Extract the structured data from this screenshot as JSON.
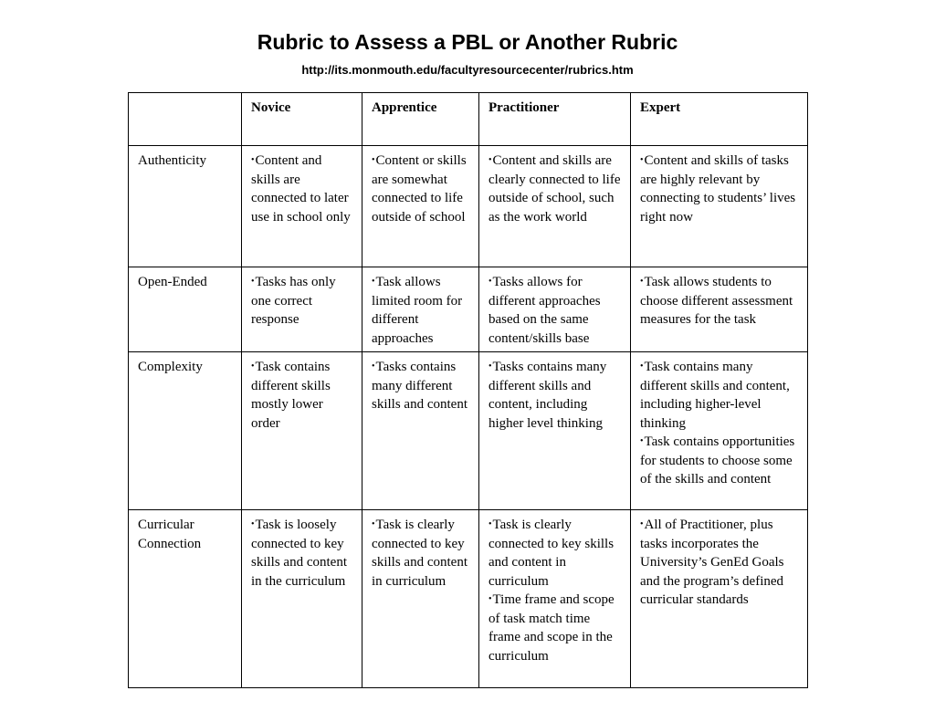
{
  "title": "Rubric to Assess a PBL or Another Rubric",
  "subtitle": "http://its.monmouth.edu/facultyresourcecenter/rubrics.htm",
  "table": {
    "columns": [
      "",
      "Novice",
      "Apprentice",
      "Practitioner",
      "Expert"
    ],
    "rows": [
      {
        "criterion": "Authenticity",
        "cells": [
          [
            "Content and skills are connected to later use in school only"
          ],
          [
            "Content or skills are somewhat connected to life outside of school"
          ],
          [
            "Content and skills are clearly connected to life  outside of school, such as the work world"
          ],
          [
            "Content and skills of tasks are highly relevant by connecting to students’ lives right now"
          ]
        ]
      },
      {
        "criterion": "Open-Ended",
        "cells": [
          [
            "Tasks has only one correct response"
          ],
          [
            "Task allows limited room for different approaches"
          ],
          [
            "Tasks allows for different approaches based on the same content/skills base"
          ],
          [
            "Task allows students to choose different assessment measures for the task"
          ]
        ]
      },
      {
        "criterion": "Complexity",
        "cells": [
          [
            "Task contains different skills mostly lower order"
          ],
          [
            "Tasks contains many different skills and content"
          ],
          [
            "Tasks contains many different skills and content, including higher level thinking"
          ],
          [
            "Task contains many different skills and content, including higher-level thinking",
            "Task contains opportunities for students to choose some of the skills and content"
          ]
        ]
      },
      {
        "criterion": "Curricular Connection",
        "cells": [
          [
            "Task is loosely connected to key skills and content in the curriculum"
          ],
          [
            "Task is clearly connected to key skills and content in curriculum"
          ],
          [
            "Task is clearly connected to key skills and content in curriculum",
            "Time frame and scope of task match time frame and scope in the curriculum"
          ],
          [
            "All of Practitioner, plus tasks incorporates the University’s GenEd Goals and the program’s defined curricular standards"
          ]
        ]
      }
    ]
  }
}
